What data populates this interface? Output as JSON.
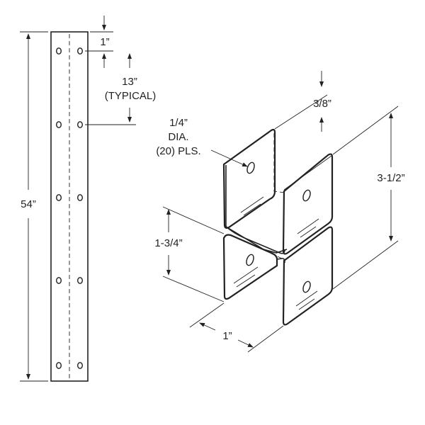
{
  "strip": {
    "length_label": "54”",
    "edge_label": "1”",
    "spacing_label": "13”",
    "spacing_note": "(TYPICAL)"
  },
  "bracket": {
    "hole_label": [
      "1/4”",
      "DIA.",
      "(20) PLS."
    ],
    "depth_label": "3/8”",
    "height_label": "3-1/2”",
    "flange_label": "1-3/4”",
    "width_label": "1”"
  }
}
